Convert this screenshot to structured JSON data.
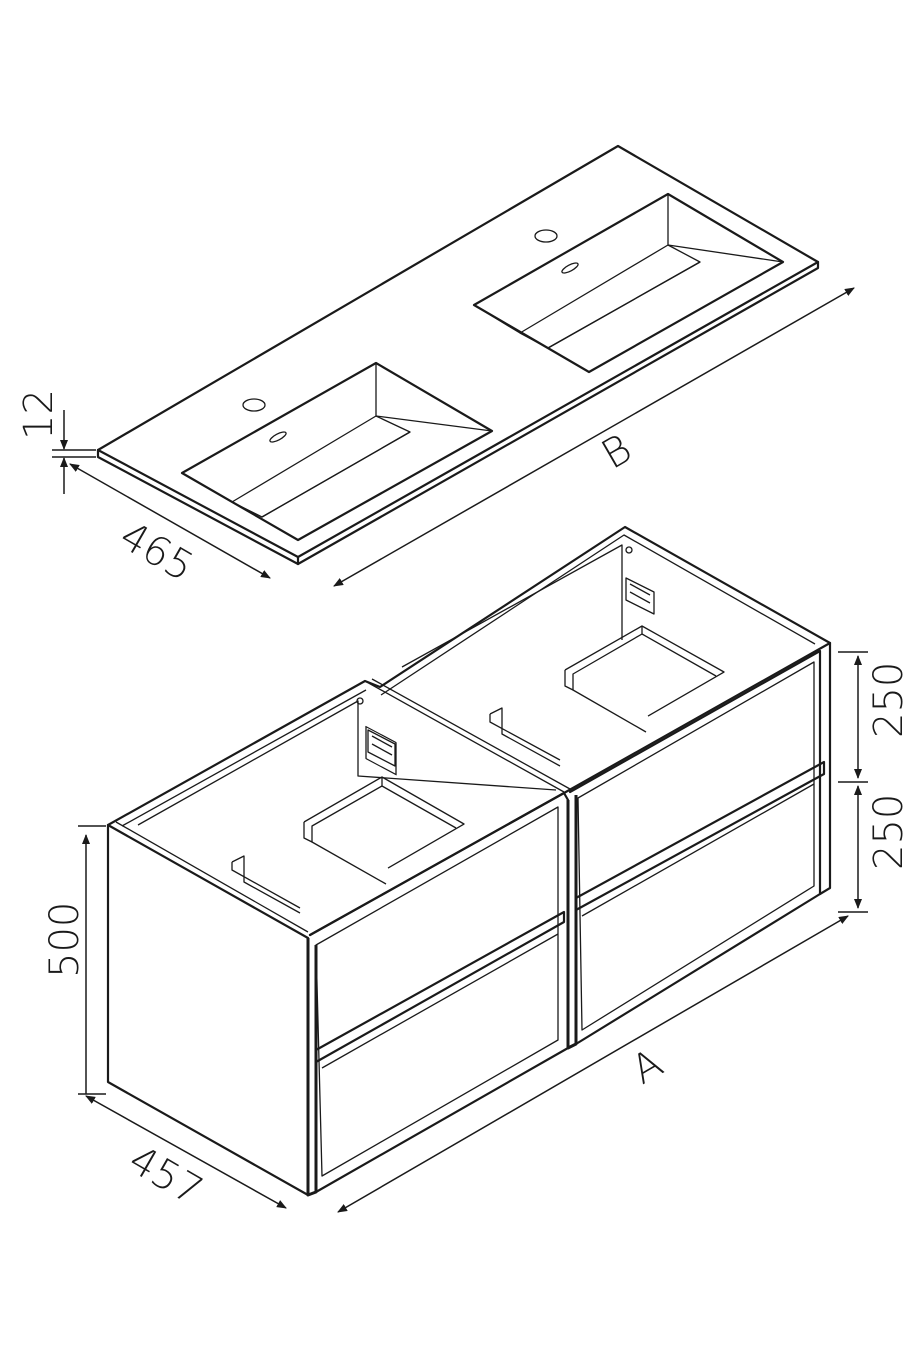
{
  "dimensions": {
    "top_thickness": "12",
    "top_depth": "465",
    "top_width": "B",
    "cabinet_height": "500",
    "cabinet_depth": "457",
    "cabinet_width": "A",
    "drawer_upper_height": "250",
    "drawer_lower_height": "250"
  },
  "colors": {
    "line": "#1a1a1a",
    "background": "#ffffff"
  }
}
